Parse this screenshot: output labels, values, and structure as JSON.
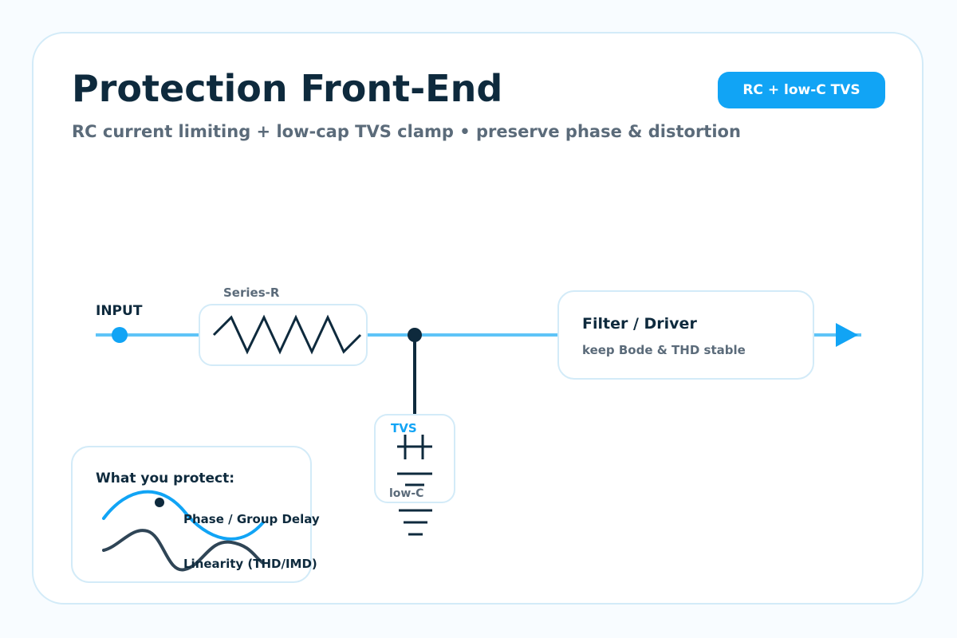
{
  "header": {
    "title": "Protection Front-End",
    "subtitle": "RC current limiting + low-cap TVS clamp • preserve phase & distortion",
    "badge": "RC + low-C TVS"
  },
  "circuit": {
    "input_label": "INPUT",
    "resistor_label": "Series-R",
    "tvs_label": "TVS",
    "tvs_sublabel": "low-C",
    "filter_title": "Filter / Driver",
    "filter_subtitle": "keep Bode & THD stable"
  },
  "legend": {
    "title": "What you protect:",
    "items": [
      {
        "label": "Phase / Group Delay"
      },
      {
        "label": "Linearity (THD/IMD)"
      }
    ]
  },
  "colors": {
    "accent": "#11a4f5",
    "wire": "#5ec4f7",
    "dark": "#0e2a3d",
    "slate": "#2f4556",
    "muted": "#5b6b7a",
    "border": "#d3ebf8"
  }
}
